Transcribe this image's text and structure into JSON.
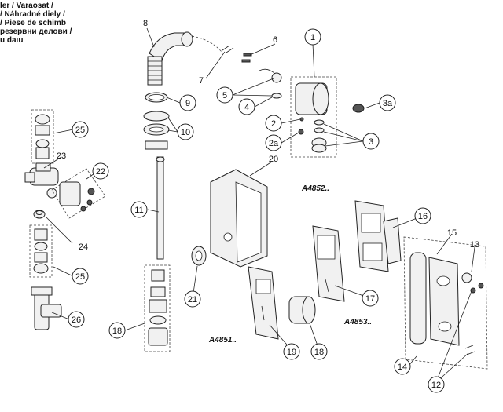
{
  "header": {
    "lines": [
      "ler / Varaosat /",
      "/ Náhradné diely /",
      "/ Piese de schimb",
      "резервни делови /",
      "u daıu"
    ]
  },
  "callouts": {
    "c1": "1",
    "c2": "2",
    "c2a": "2a",
    "c3": "3",
    "c3a": "3a",
    "c4": "4",
    "c5": "5",
    "c6": "6",
    "c7": "7",
    "c8": "8",
    "c9": "9",
    "c10": "10",
    "c11": "11",
    "c12": "12",
    "c13": "13",
    "c14": "14",
    "c15": "15",
    "c16": "16",
    "c17": "17",
    "c18a": "18",
    "c18b": "18",
    "c19": "19",
    "c20": "20",
    "c21": "21",
    "c22": "22",
    "c23": "23",
    "c24": "24",
    "c25a": "25",
    "c25b": "25",
    "c26": "26"
  },
  "models": {
    "m1": "A4852..",
    "m2": "A4853..",
    "m3": "A4851.."
  }
}
